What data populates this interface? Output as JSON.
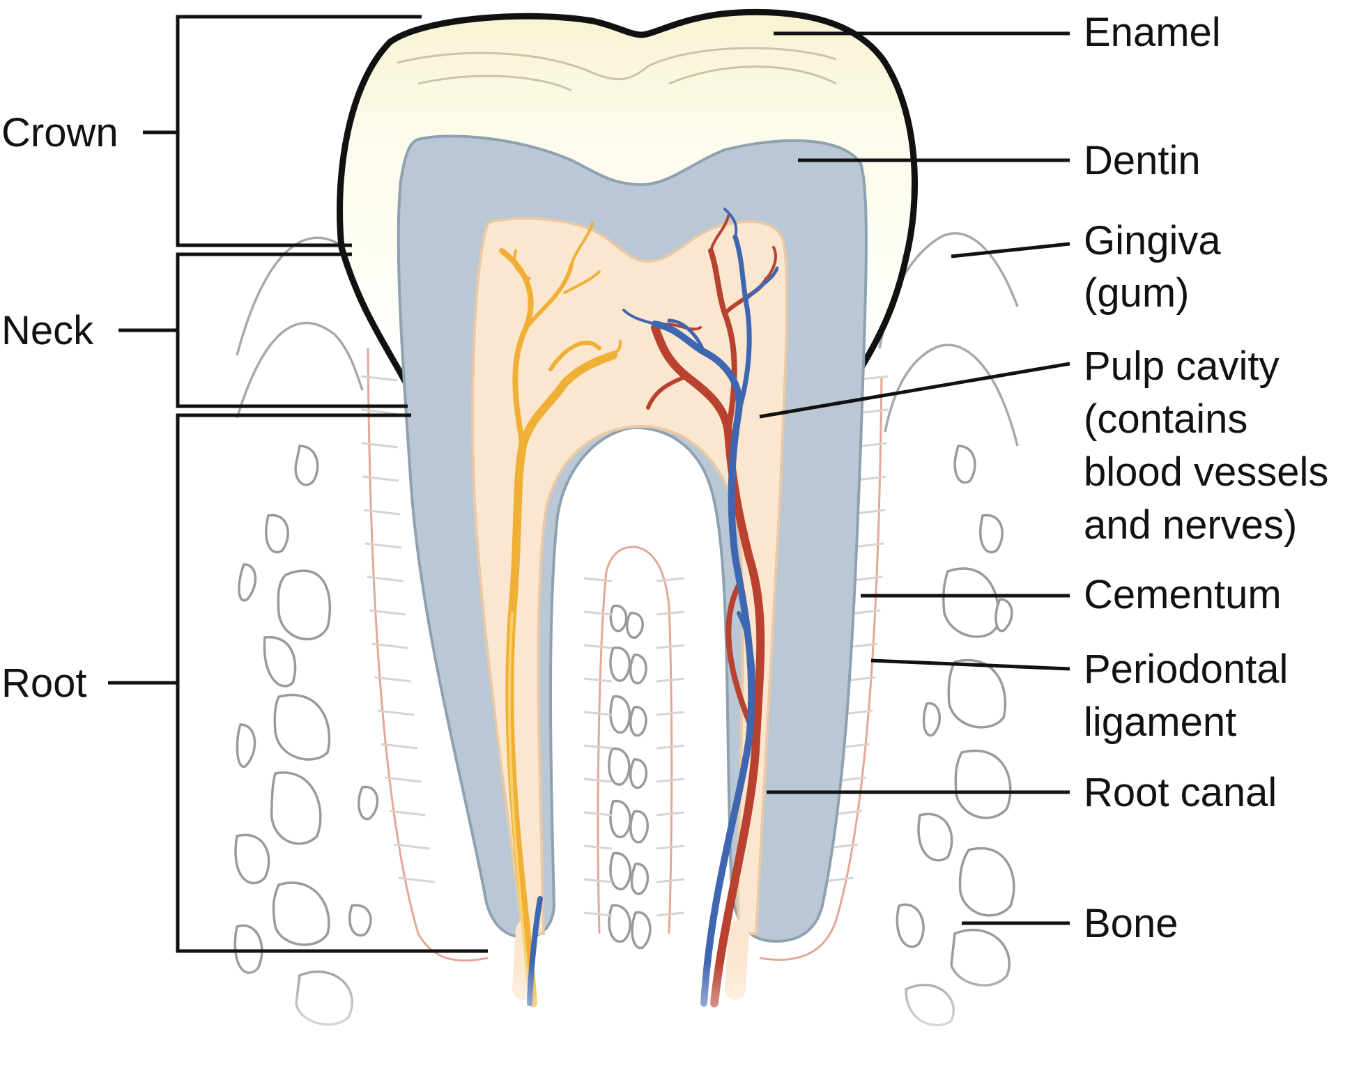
{
  "labels": {
    "crown": "Crown",
    "neck": "Neck",
    "root": "Root",
    "enamel": "Enamel",
    "dentin": "Dentin",
    "gingiva_line1": "Gingiva",
    "gingiva_line2": "(gum)",
    "pulp_line1": "Pulp cavity",
    "pulp_line2": "(contains",
    "pulp_line3": "blood vessels",
    "pulp_line4": "and nerves)",
    "cementum": "Cementum",
    "periodontal_line1": "Periodontal",
    "periodontal_line2": "ligament",
    "root_canal": "Root canal",
    "bone": "Bone"
  },
  "colors": {
    "enamel": "#fbf9e3",
    "dentin": "#b9c8d4",
    "pulp": "#fbe6d0",
    "artery": "#b8412f",
    "vein": "#3f67b1",
    "nerve": "#f0b035",
    "gingiva_outline": "#a8a8a8"
  }
}
